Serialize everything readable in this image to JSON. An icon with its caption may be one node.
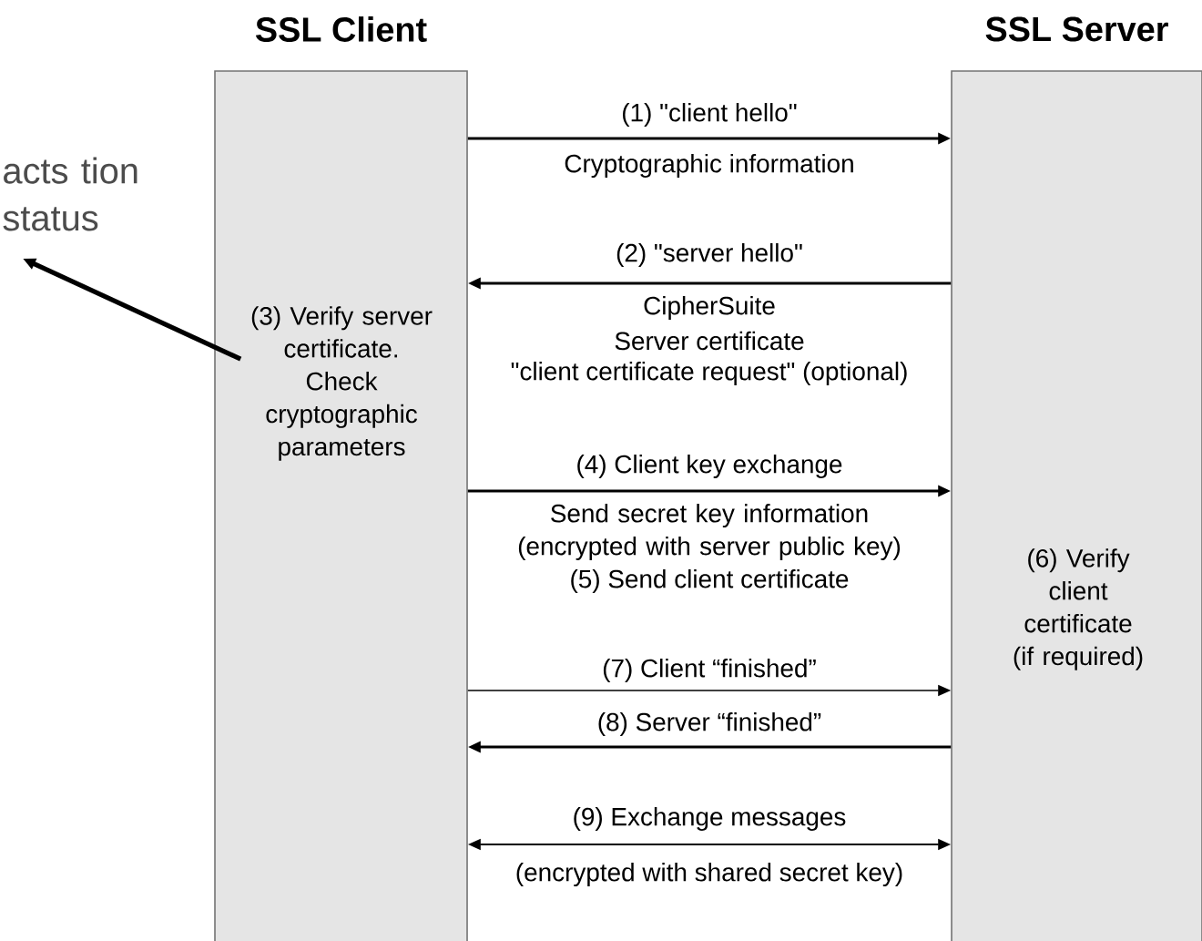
{
  "diagram": {
    "nodes": [
      {
        "text": [
          "SSL Client",
          "(3) Verify server certificate. Check cryptographic parameters"
        ]
      },
      {
        "text": [
          "SSL Server",
          "(6) Verify client certificate (if required)"
        ]
      },
      {
        "text": [
          "acts tion status"
        ]
      }
    ],
    "edges": [
      {
        "from": 0,
        "to": 1,
        "arrow": "to",
        "label": "(1) \"client hello\""
      },
      {
        "from": 1,
        "to": 0,
        "arrow": "to",
        "label": "(2) \"server hello\""
      },
      {
        "from": 0,
        "to": 1,
        "arrow": "to",
        "label": "(4) Client key exchange"
      },
      {
        "from": 0,
        "to": 1,
        "arrow": "to",
        "label": "(7) Client “finished”"
      },
      {
        "from": 1,
        "to": 0,
        "arrow": "to",
        "label": "(8) Server “finished”"
      },
      {
        "from": 0,
        "to": 1,
        "arrow": "both",
        "label": "(9) Exchange messages"
      },
      {
        "from": 0,
        "to": 2,
        "arrow": "to"
      }
    ],
    "labels": [
      "Cryptographic information",
      "CipherSuite",
      "Server certificate",
      "\"client certificate request\" (optional)",
      "Send secret key information (encrypted with server public key)",
      "(5) Send client certificate",
      "(encrypted with shared secret key)"
    ]
  }
}
